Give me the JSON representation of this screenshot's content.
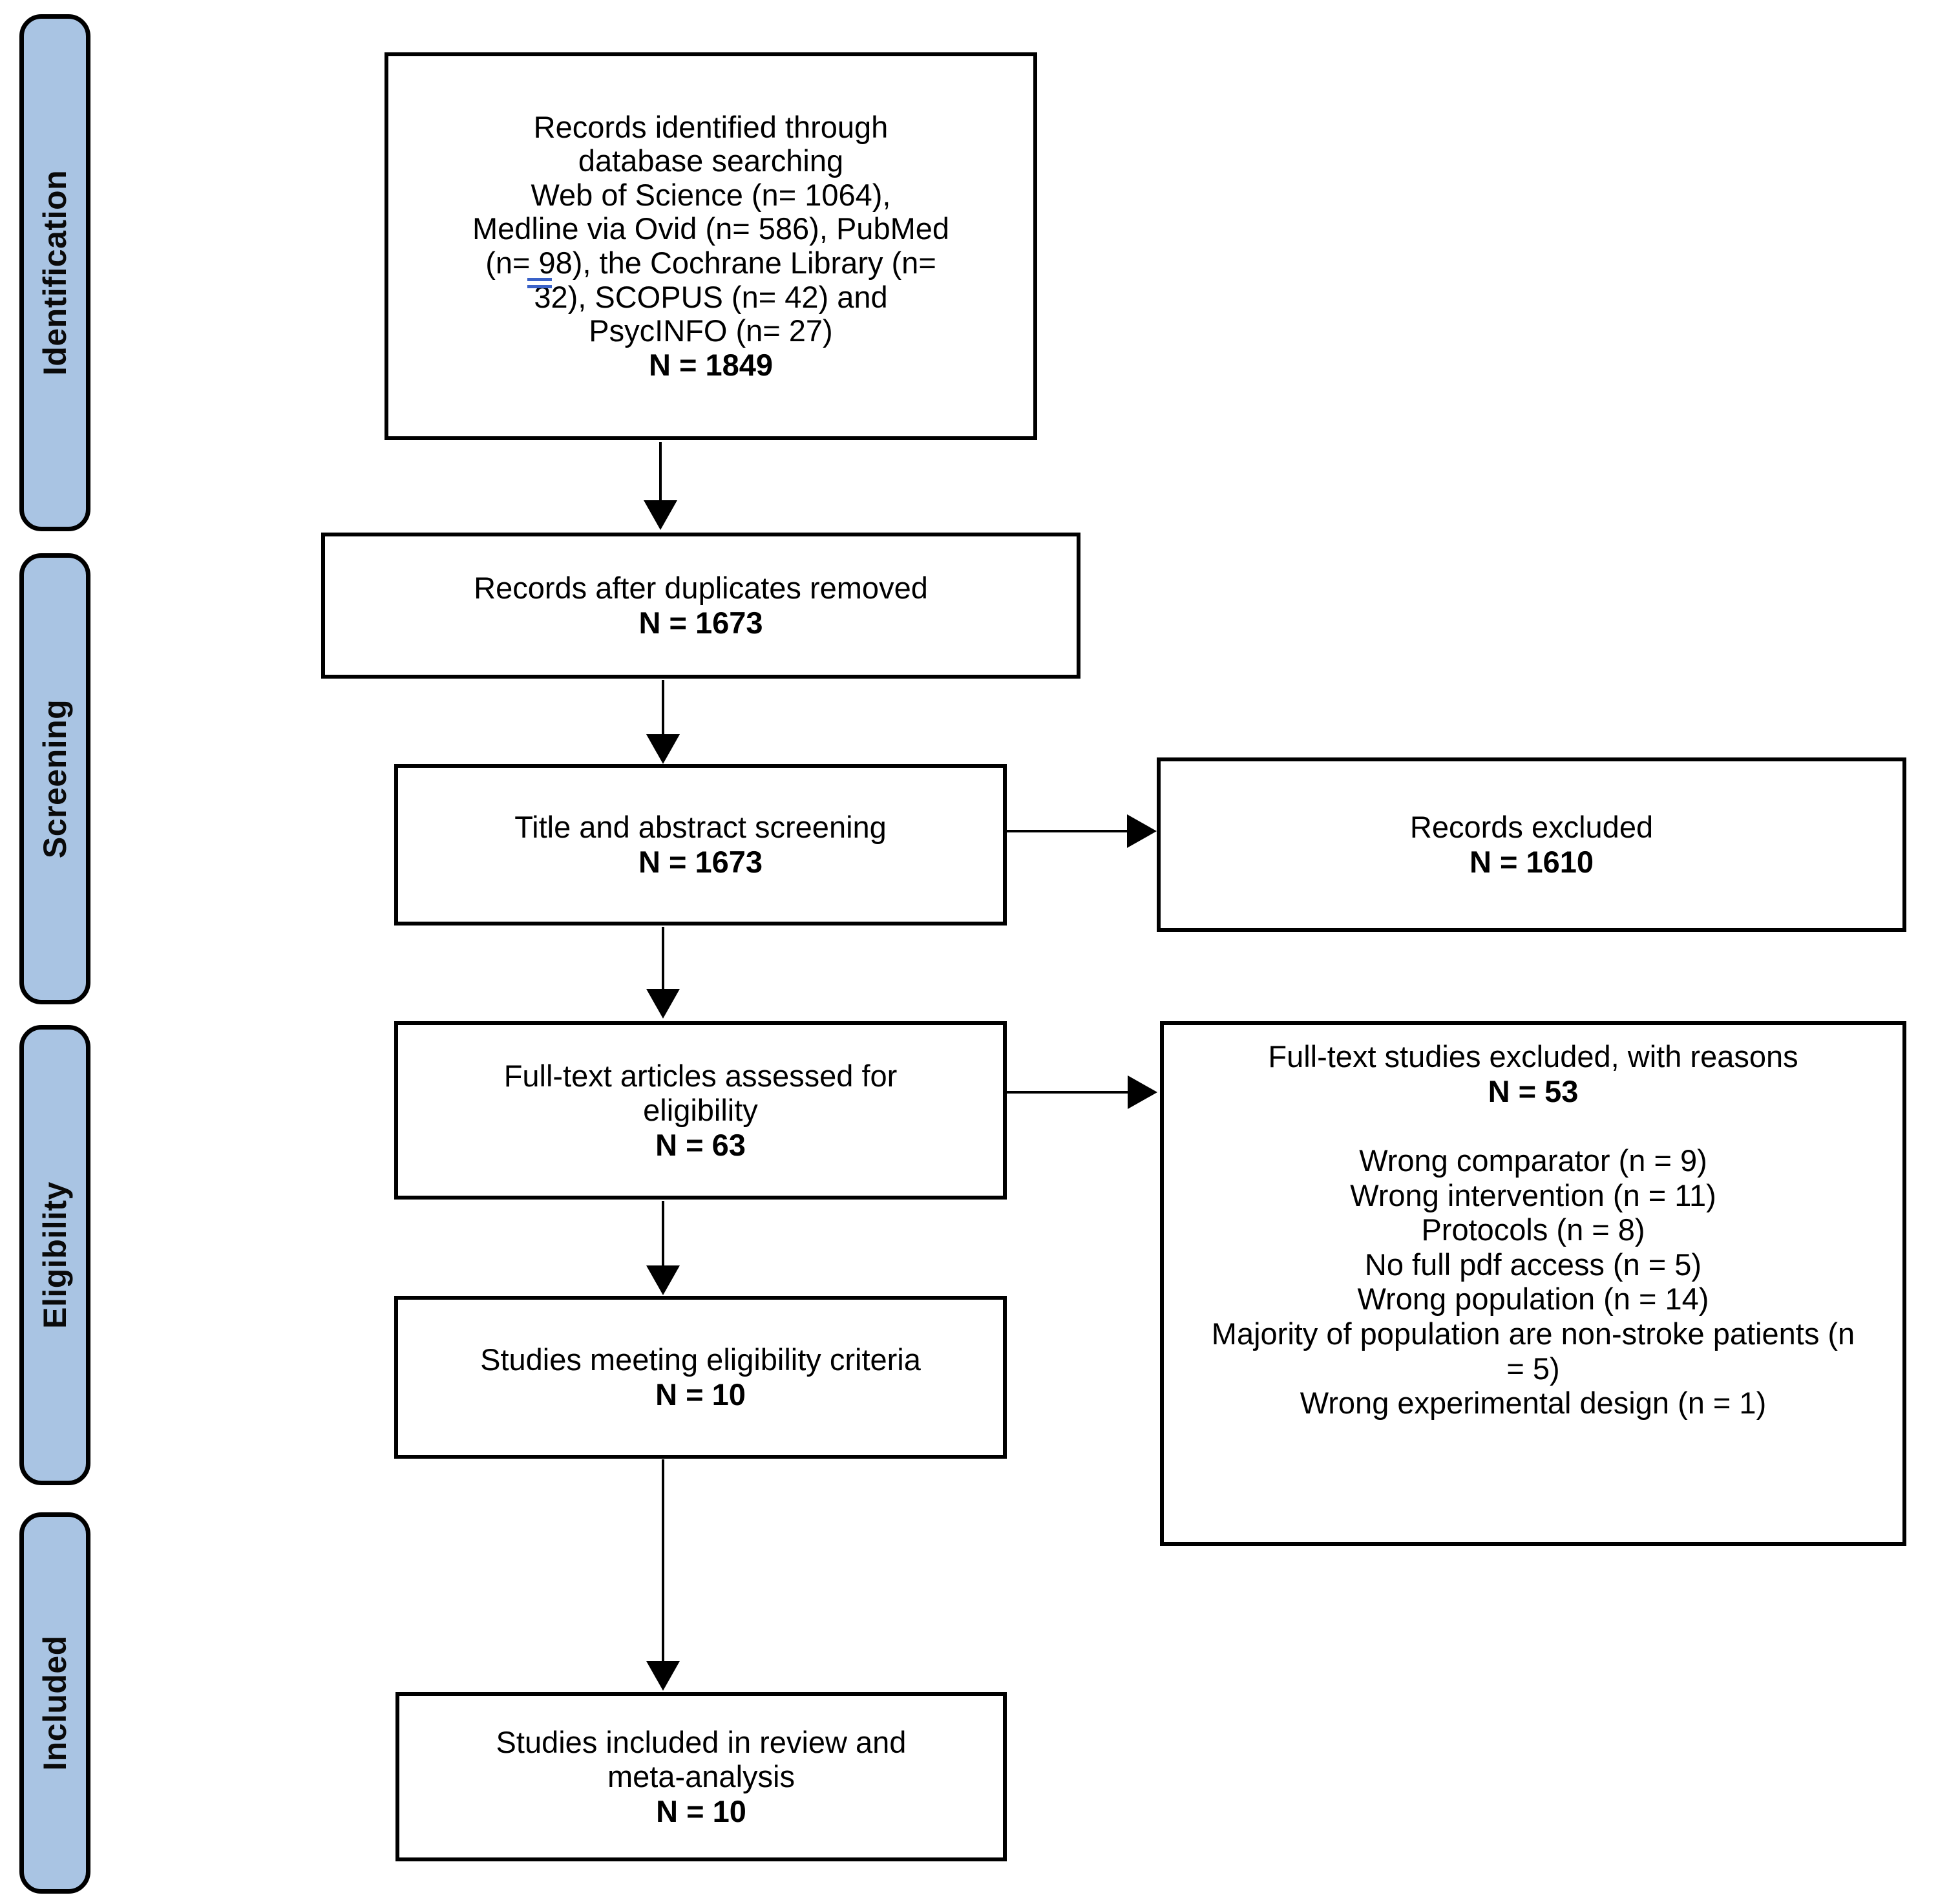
{
  "diagram": {
    "title": "PRISMA flow diagram",
    "colors": {
      "stage_fill": "#a9c4e3",
      "stage_border": "#000000",
      "box_border": "#000000",
      "box_fill": "#ffffff",
      "text": "#000000",
      "grammar_mark": "#3a62c8"
    }
  },
  "stages": [
    {
      "label": "Identification"
    },
    {
      "label": "Screening"
    },
    {
      "label": "Eligibility"
    },
    {
      "label": "Included"
    }
  ],
  "boxes": {
    "identification": {
      "lines": [
        "Records identified through",
        "database searching",
        "Web of Science (n= 1064),",
        "Medline via Ovid (n= 586), PubMed",
        "(n= 98), the Cochrane Library (n=",
        "32), SCOPUS (n= 42) and",
        "PsycINFO (n= 27)"
      ],
      "total": "N = 1849"
    },
    "duplicates_removed": {
      "lines": [
        "Records after duplicates removed"
      ],
      "total": "N = 1673"
    },
    "title_abstract_screening": {
      "lines": [
        "Title and abstract screening"
      ],
      "total": "N = 1673"
    },
    "records_excluded": {
      "lines": [
        "Records excluded"
      ],
      "total": "N = 1610"
    },
    "full_text_assessed": {
      "lines": [
        "Full-text articles assessed for",
        "eligibility"
      ],
      "total": "N = 63"
    },
    "full_text_excluded": {
      "lines": [
        "Full-text studies excluded, with reasons"
      ],
      "total": "N = 53",
      "reasons": [
        "Wrong comparator (n = 9)",
        "Wrong intervention (n = 11)",
        "Protocols (n = 8)",
        "No full pdf access (n = 5)",
        "Wrong population (n = 14)",
        "Majority of population are non-stroke patients (n = 5)",
        "Wrong experimental design (n = 1)"
      ]
    },
    "studies_meeting_criteria": {
      "lines": [
        "Studies meeting eligibility criteria"
      ],
      "total": "N = 10"
    },
    "studies_included": {
      "lines": [
        "Studies included in review and",
        "meta-analysis"
      ],
      "total": "N = 10"
    }
  }
}
